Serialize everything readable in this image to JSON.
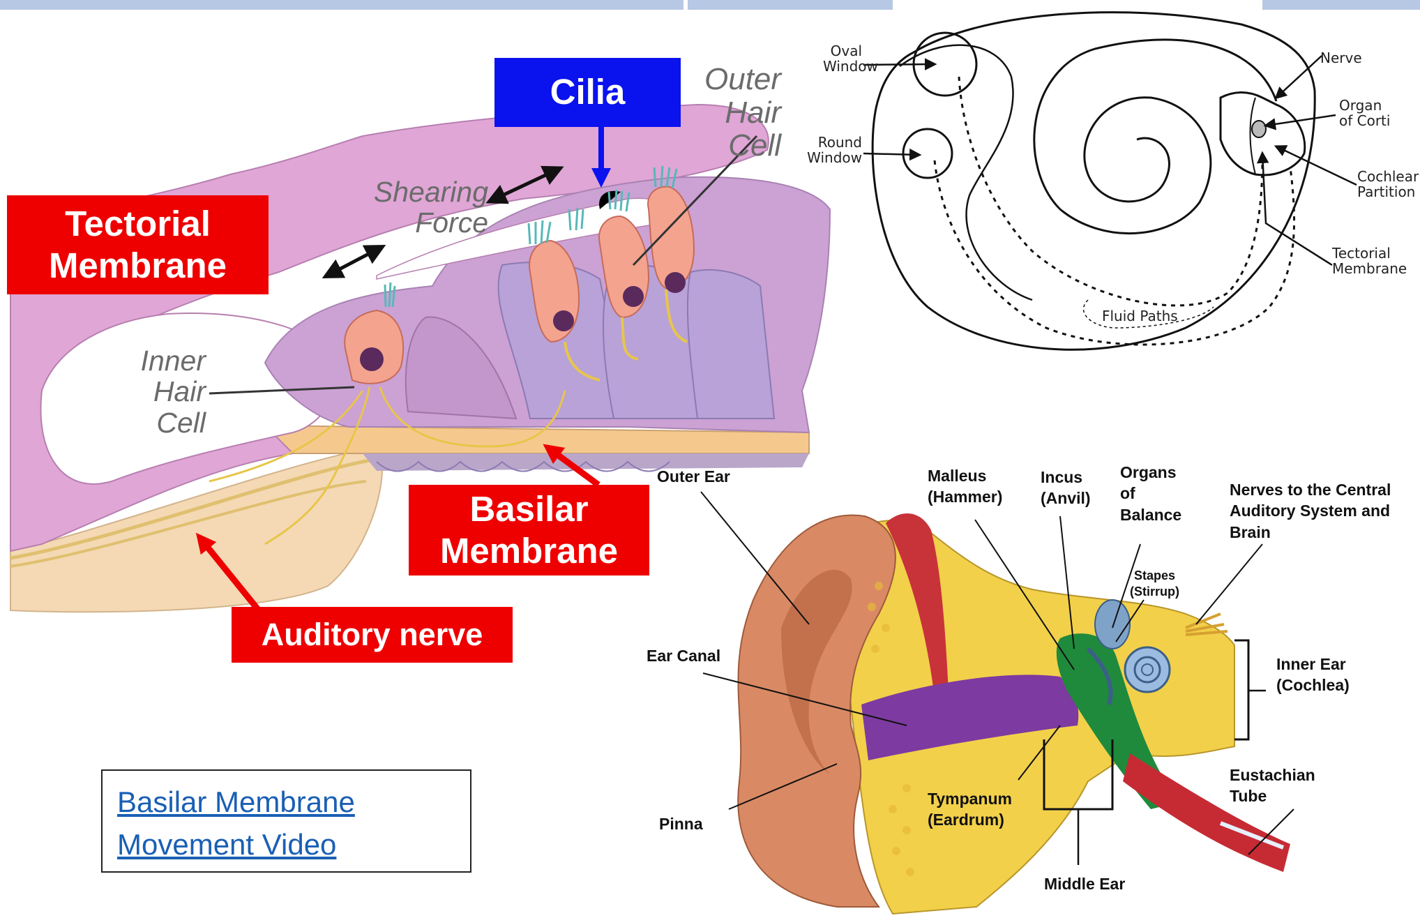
{
  "left_diagram": {
    "cilia": "Cilia",
    "tectorial_membrane": "Tectorial\nMembrane",
    "basilar_membrane": "Basilar\nMembrane",
    "auditory_nerve": "Auditory nerve",
    "outer_hair_cell": "Outer\nHair\nCell",
    "shearing_force": "Shearing\nForce",
    "inner_hair_cell": "Inner\nHair\nCell"
  },
  "cochlea_diagram": {
    "oval_window": "Oval\nWindow",
    "round_window": "Round\nWindow",
    "nerve": "Nerve",
    "organ_of_corti": "Organ\nof Corti",
    "cochlear_partition": "Cochlear\nPartition",
    "tectorial_membrane": "Tectorial\nMembrane",
    "fluid_paths": "Fluid Paths"
  },
  "ear_diagram": {
    "outer_ear": "Outer Ear",
    "malleus": "Malleus\n(Hammer)",
    "incus": "Incus\n(Anvil)",
    "organs_of_balance": "Organs\nof\nBalance",
    "nerves_to_central": "Nerves to the Central\nAuditory System and\nBrain",
    "stapes": "Stapes\n(Stirrup)",
    "ear_canal": "Ear Canal",
    "inner_ear": "Inner Ear\n(Cochlea)",
    "eustachian_tube": "Eustachian\nTube",
    "tympanum": "Tympanum\n(Eardrum)",
    "pinna": "Pinna",
    "middle_ear": "Middle Ear"
  },
  "link": {
    "text": "Basilar Membrane\nMovement Video"
  },
  "colors": {
    "label_red": "#ee0000",
    "label_blue": "#0a12ee",
    "link_blue": "#1a5fb4",
    "top_bar": "#b7c8e4"
  }
}
